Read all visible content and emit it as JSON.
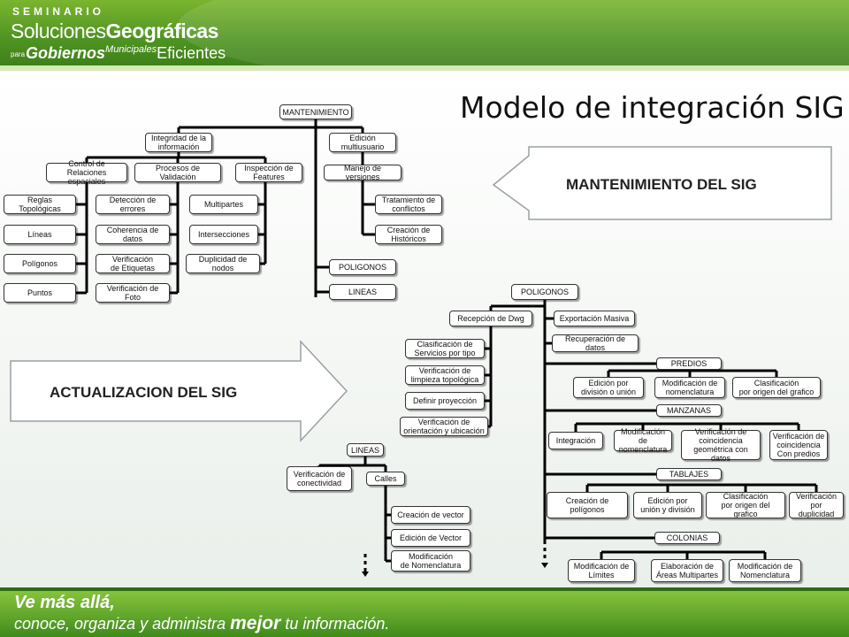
{
  "header": {
    "seminario": "SEMINARIO",
    "line2_light": "Soluciones",
    "line2_bold": "Geográficas",
    "line3_para": "para",
    "line3_gobiernos": "Gobiernos",
    "line3_municipales": "Municipales",
    "line3_eficientes": "Eficientes"
  },
  "title": "Modelo de integración SIG",
  "callouts": {
    "mantenimiento": "MANTENIMIENTO DEL SIG",
    "actualizacion": "ACTUALIZACION DEL SIG"
  },
  "nodes": {
    "mantenimiento": "MANTENIMIENTO",
    "integridad": "Integridad de la\ninformación",
    "edicion_multi": "Edición\nmultiusuario",
    "control_rel": "Control de\nRelaciones espaciales",
    "procesos_val": "Procesos de Validación",
    "inspeccion": "Inspección de\nFeatures",
    "manejo_ver": "Manejo de versiones",
    "reglas_top": "Reglas Topológicas",
    "lineas_1": "Líneas",
    "poligonos_1": "Polígonos",
    "puntos": "Puntos",
    "deteccion": "Detección de errores",
    "coherencia": "Coherencia de datos",
    "verif_etiq": "Verificación\nde Etiquetas",
    "verif_foto": "Verificación de Foto",
    "multipartes": "Multipartes",
    "intersecciones": "Intersecciones",
    "duplicidad_nodos": "Duplicidad de nodos",
    "tratamiento": "Tratamiento de\nconflictos",
    "creacion_hist": "Creación de\nHistóricos",
    "poligonos_m": "POLIGONOS",
    "lineas_m": "LINEAS",
    "poligonos_a": "POLIGONOS",
    "recepcion_dwg": "Recepción  de  Dwg",
    "exportacion": "Exportación Masiva",
    "recuperacion": "Recuperación de datos",
    "clasif_serv": "Clasificación de\nServicios por tipo",
    "verif_limp": "Verificación de\nlimpieza topológica",
    "definir_proy": "Definir proyección",
    "verif_orient": "Verificación de\norientación y ubicación",
    "predios": "PREDIOS",
    "edicion_div": "Edición por\ndivisión o unión",
    "modif_nom_p": "Modificación de\nnomenclatura",
    "clasif_origen_p": "Clasificación\npor origen del grafico",
    "manzanas": "MANZANAS",
    "integracion": "Integración",
    "modif_nom_m": "Modificación de\nnomenclatura",
    "verif_coinc_geo": "Verificación de\ncoincidencia\ngeométrica con datos",
    "verif_coinc_pred": "Verificación de\ncoincidencia\nCon predios",
    "tablajes": "TABLAJES",
    "creacion_pol": "Creación de polígonos",
    "edicion_div_t": "Edición por\nunión y división",
    "clasif_origen_t": "Clasificación\npor origen del grafico",
    "verif_dup": "Verificación\npor duplicidad",
    "colonias": "COLONIAS",
    "modif_limites": "Modificación de\nLímites",
    "elab_areas": "Elaboración de\nÁreas Multipartes",
    "modif_nom_c": "Modificación de\nNomenclatura",
    "lineas_a": "LINEAS",
    "verif_conect": "Verificación de\nconectividad",
    "calles": "Calles",
    "creacion_vec": "Creación de vector",
    "edicion_vec": "Edición de Vector",
    "modif_nom_l": "Modificación\nde Nomenclatura"
  },
  "footer": {
    "line1": "Ve más allá,",
    "line2_a": "conoce, organiza y administra ",
    "line2_b": "mejor",
    "line2_c": " tu información."
  }
}
